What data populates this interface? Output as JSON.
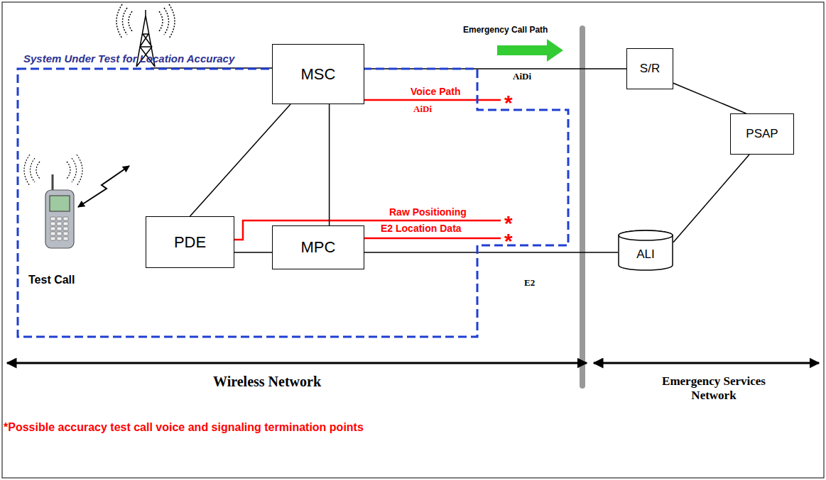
{
  "diagram": {
    "nodes": [
      {
        "text": [
          "System Under Test for Location Accuracy"
        ]
      },
      {
        "text": [
          "MSC"
        ],
        "in": 0
      },
      {
        "text": [
          "PDE"
        ],
        "in": 0
      },
      {
        "text": [
          "MPC"
        ],
        "in": 0
      },
      {
        "text": [
          "S/R"
        ]
      },
      {
        "text": [
          "PSAP"
        ]
      },
      {
        "text": [
          "ALI"
        ]
      }
    ],
    "edges": [
      {
        "from": 1,
        "to": 2,
        "arrow": "none"
      },
      {
        "from": 1,
        "to": 3,
        "arrow": "none"
      },
      {
        "from": 2,
        "to": 3,
        "arrow": "none"
      },
      {
        "from": 1,
        "to": 4,
        "arrow": "none",
        "label": "AiDi"
      },
      {
        "from": 3,
        "to": 6,
        "arrow": "none",
        "label": "E2"
      },
      {
        "from": 4,
        "to": 5,
        "arrow": "none"
      },
      {
        "from": 6,
        "to": 5,
        "arrow": "none"
      }
    ],
    "labels": [
      "Emergency Call Path",
      "Voice Path",
      "AiDi",
      "*",
      "Raw Positioning",
      "*",
      "E2 Location Data",
      "*",
      "Test Call",
      "Wireless Network",
      "Emergency Services Network",
      "*Possible accuracy test call voice and signaling termination points"
    ]
  }
}
